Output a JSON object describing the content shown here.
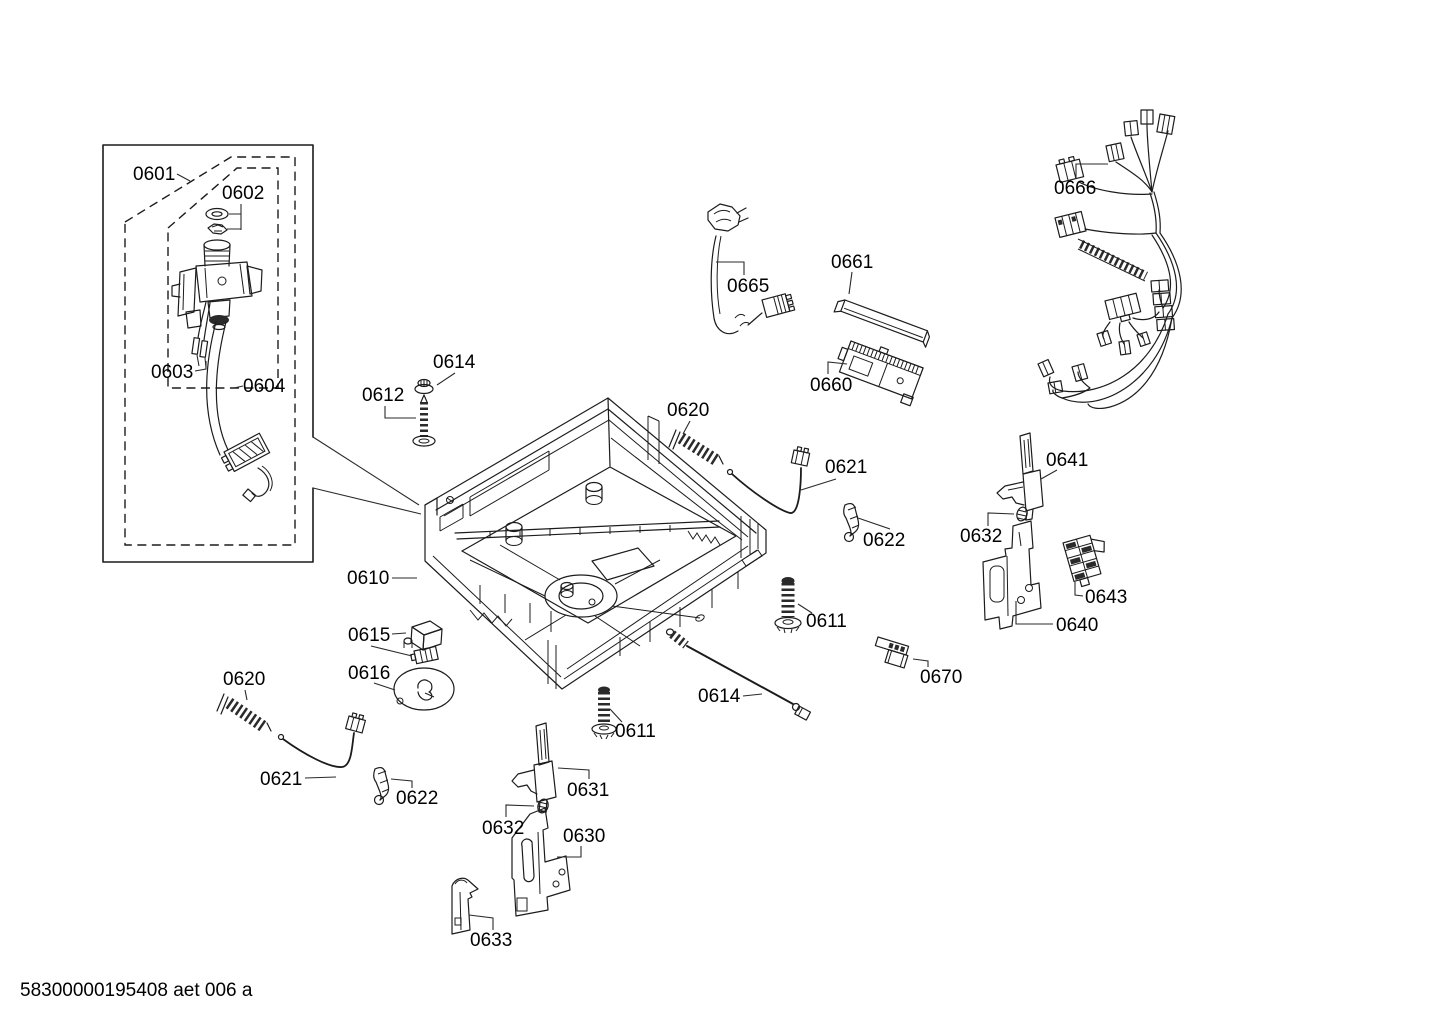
{
  "document": {
    "footer_code": "58300000195408 aet 006 a"
  },
  "style": {
    "background": "#ffffff",
    "line_color": "#1c1c1c",
    "label_color": "#000000"
  },
  "callouts": {
    "c0601": "0601",
    "c0602": "0602",
    "c0603": "0603",
    "c0604": "0604",
    "c0610": "0610",
    "c0611a": "0611",
    "c0611b": "0611",
    "c0612": "0612",
    "c0614a": "0614",
    "c0614b": "0614",
    "c0615": "0615",
    "c0616": "0616",
    "c0620a": "0620",
    "c0620b": "0620",
    "c0621a": "0621",
    "c0621b": "0621",
    "c0622a": "0622",
    "c0622b": "0622",
    "c0630": "0630",
    "c0631": "0631",
    "c0632a": "0632",
    "c0632b": "0632",
    "c0633": "0633",
    "c0640": "0640",
    "c0641": "0641",
    "c0643": "0643",
    "c0660": "0660",
    "c0661": "0661",
    "c0665": "0665",
    "c0666": "0666",
    "c0670": "0670"
  }
}
